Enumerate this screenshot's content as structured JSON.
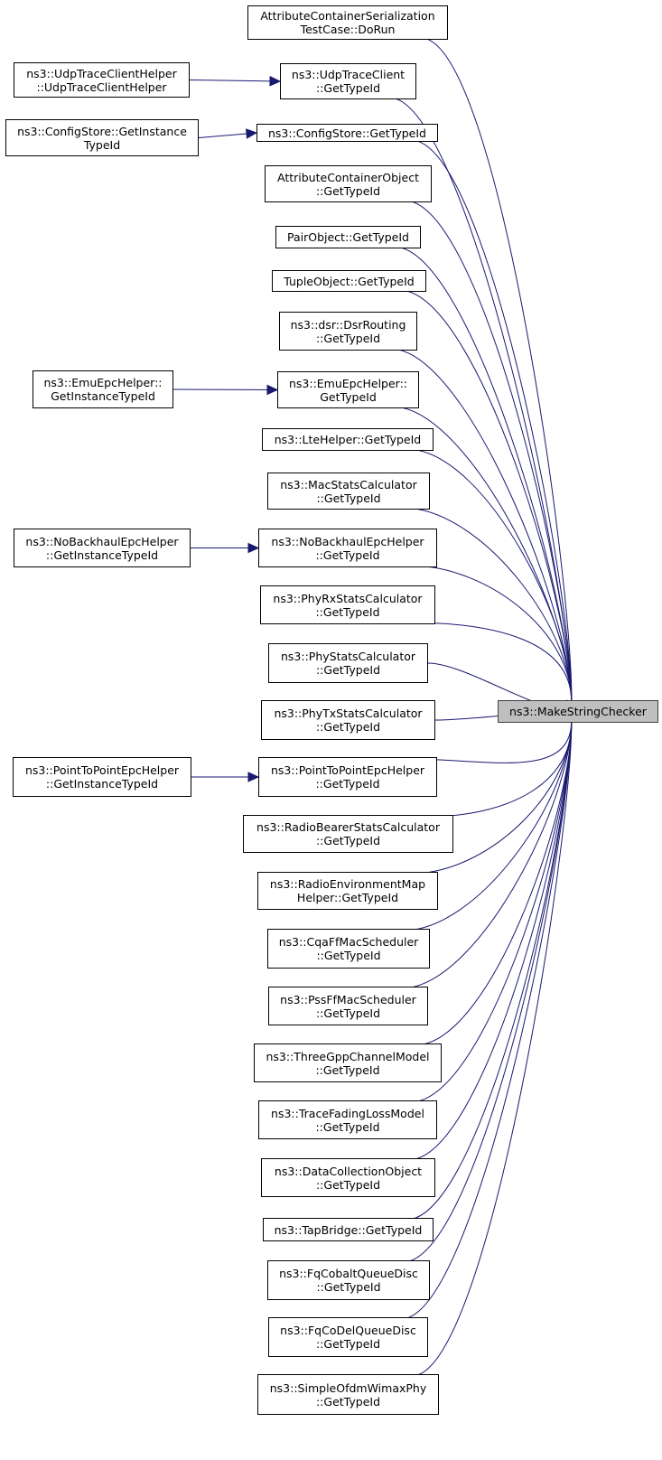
{
  "graph": {
    "edge_color": "#191970",
    "root": {
      "lines": [
        "ns3::MakeStringChecker"
      ]
    },
    "callers": [
      {
        "lines": [
          "AttributeContainerSerialization",
          "TestCase::DoRun"
        ]
      },
      {
        "lines": [
          "ns3::UdpTraceClient",
          "::GetTypeId"
        ]
      },
      {
        "lines": [
          "ns3::ConfigStore::GetTypeId"
        ]
      },
      {
        "lines": [
          "AttributeContainerObject",
          "::GetTypeId"
        ]
      },
      {
        "lines": [
          "PairObject::GetTypeId"
        ]
      },
      {
        "lines": [
          "TupleObject::GetTypeId"
        ]
      },
      {
        "lines": [
          "ns3::dsr::DsrRouting",
          "::GetTypeId"
        ]
      },
      {
        "lines": [
          "ns3::EmuEpcHelper::",
          "GetTypeId"
        ]
      },
      {
        "lines": [
          "ns3::LteHelper::GetTypeId"
        ]
      },
      {
        "lines": [
          "ns3::MacStatsCalculator",
          "::GetTypeId"
        ]
      },
      {
        "lines": [
          "ns3::NoBackhaulEpcHelper",
          "::GetTypeId"
        ]
      },
      {
        "lines": [
          "ns3::PhyRxStatsCalculator",
          "::GetTypeId"
        ]
      },
      {
        "lines": [
          "ns3::PhyStatsCalculator",
          "::GetTypeId"
        ]
      },
      {
        "lines": [
          "ns3::PhyTxStatsCalculator",
          "::GetTypeId"
        ]
      },
      {
        "lines": [
          "ns3::PointToPointEpcHelper",
          "::GetTypeId"
        ]
      },
      {
        "lines": [
          "ns3::RadioBearerStatsCalculator",
          "::GetTypeId"
        ]
      },
      {
        "lines": [
          "ns3::RadioEnvironmentMap",
          "Helper::GetTypeId"
        ]
      },
      {
        "lines": [
          "ns3::CqaFfMacScheduler",
          "::GetTypeId"
        ]
      },
      {
        "lines": [
          "ns3::PssFfMacScheduler",
          "::GetTypeId"
        ]
      },
      {
        "lines": [
          "ns3::ThreeGppChannelModel",
          "::GetTypeId"
        ]
      },
      {
        "lines": [
          "ns3::TraceFadingLossModel",
          "::GetTypeId"
        ]
      },
      {
        "lines": [
          "ns3::DataCollectionObject",
          "::GetTypeId"
        ]
      },
      {
        "lines": [
          "ns3::TapBridge::GetTypeId"
        ]
      },
      {
        "lines": [
          "ns3::FqCobaltQueueDisc",
          "::GetTypeId"
        ]
      },
      {
        "lines": [
          "ns3::FqCoDelQueueDisc",
          "::GetTypeId"
        ]
      },
      {
        "lines": [
          "ns3::SimpleOfdmWimaxPhy",
          "::GetTypeId"
        ]
      }
    ],
    "second_level": [
      {
        "lines": [
          "ns3::UdpTraceClientHelper",
          "::UdpTraceClientHelper"
        ],
        "calls": 1
      },
      {
        "lines": [
          "ns3::ConfigStore::GetInstance",
          "TypeId"
        ],
        "calls": 2
      },
      {
        "lines": [
          "ns3::EmuEpcHelper::",
          "GetInstanceTypeId"
        ],
        "calls": 7
      },
      {
        "lines": [
          "ns3::NoBackhaulEpcHelper",
          "::GetInstanceTypeId"
        ],
        "calls": 10
      },
      {
        "lines": [
          "ns3::PointToPointEpcHelper",
          "::GetInstanceTypeId"
        ],
        "calls": 14
      }
    ]
  }
}
